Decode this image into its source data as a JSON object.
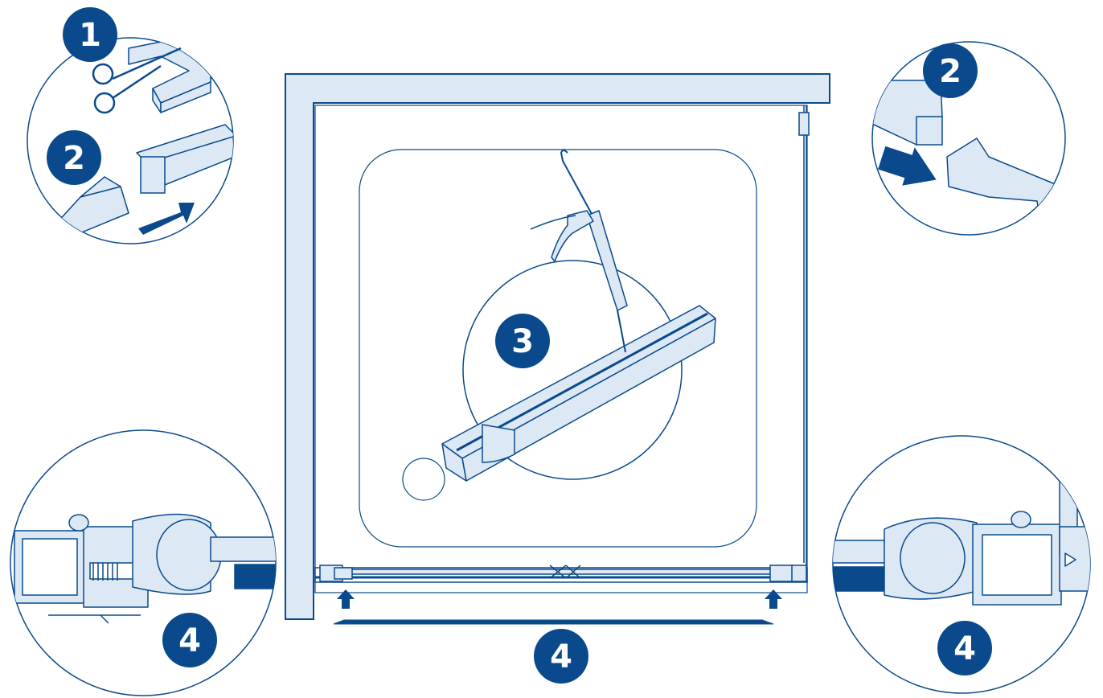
{
  "colors": {
    "outline": "#0a4a8c",
    "fill_light": "#dce8f4",
    "badge": "#0a4a8c",
    "badge_text": "#ffffff",
    "background": "#ffffff"
  },
  "steps": {
    "s1": "1",
    "s2_left": "2",
    "s2_right": "2",
    "s3": "3",
    "s4_left": "4",
    "s4_center": "4",
    "s4_right": "4"
  },
  "icons": [
    "scissors-icon",
    "arrow-icon",
    "caulk-gun-icon"
  ]
}
